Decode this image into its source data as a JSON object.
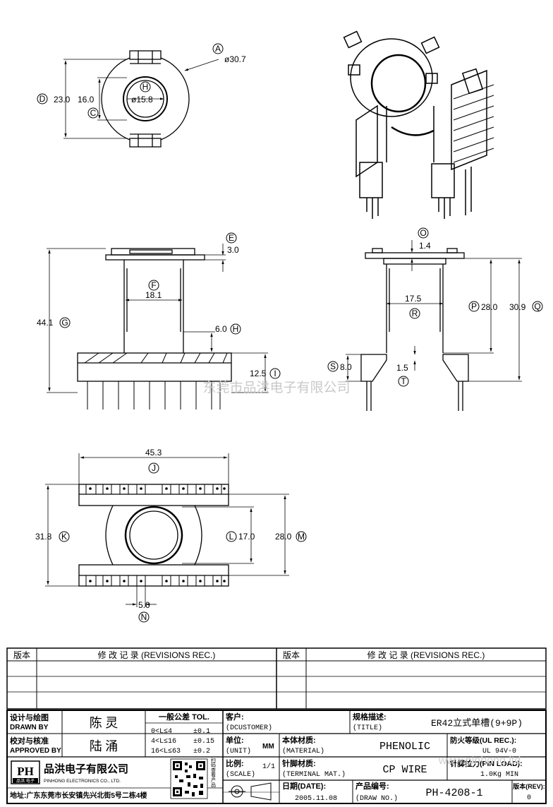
{
  "dimensions": {
    "A": {
      "marker": "A",
      "value": "ø30.7"
    },
    "D": {
      "marker": "D",
      "value": "23.0"
    },
    "C": {
      "marker": "C",
      "value": "16.0"
    },
    "H": {
      "marker": "H",
      "value": "ø15.8"
    },
    "E": {
      "marker": "E",
      "value": "3.0"
    },
    "F": {
      "marker": "F",
      "value": "18.1"
    },
    "G": {
      "marker": "G",
      "value": "44.1"
    },
    "H2": {
      "marker": "H",
      "value": "6.0"
    },
    "I": {
      "marker": "I",
      "value": "12.5"
    },
    "O": {
      "marker": "O",
      "value": "1.4"
    },
    "R": {
      "marker": "R",
      "value": "17.5"
    },
    "P": {
      "marker": "P",
      "value": "28.0"
    },
    "Q": {
      "marker": "Q",
      "value": "30.9"
    },
    "S": {
      "marker": "S",
      "value": "8.0"
    },
    "T": {
      "marker": "T",
      "value": "1.5"
    },
    "J": {
      "marker": "J",
      "value": "45.3"
    },
    "K": {
      "marker": "K",
      "value": "31.8"
    },
    "L": {
      "marker": "L",
      "value": "17.0"
    },
    "M": {
      "marker": "M",
      "value": "28.0"
    },
    "N": {
      "marker": "N",
      "value": "5.0"
    }
  },
  "watermark": "东莞市品洪电子有限公司",
  "watermark_url": "www.pinhong.ltd",
  "revisions": {
    "col_ver": "版本",
    "col_rec": "修 改 记 录 (REVISIONS REC.)"
  },
  "title_block": {
    "designed_label_cn": "设计与绘图",
    "designed_label_en": "DRAWN BY",
    "designed_value": "陈 灵",
    "approved_label_cn": "校对与核准",
    "approved_label_en": "APPROVED BY",
    "approved_value": "陆 涌",
    "tol_title": "一般公差 TOL.",
    "tol_rows": [
      {
        "range": "0<L≤4",
        "tol": "±0.1"
      },
      {
        "range": "4<L≤16",
        "tol": "±0.15"
      },
      {
        "range": "16<L≤63",
        "tol": "±0.2"
      }
    ],
    "customer_label": "客户:",
    "customer_en": "(DCUSTOMER)",
    "title_label": "规格描述:",
    "title_en": "(TITLE)",
    "title_value": "ER42立式单槽(9+9P)",
    "unit_label": "单位:",
    "unit_en": "(UNIT)",
    "unit_value": "MM",
    "material_label": "本体材质:",
    "material_en": "(MATERIAL)",
    "material_value": "PHENOLIC",
    "ul_label": "防火等级(UL REC.):",
    "ul_value": "UL 94V-0",
    "scale_label": "比例:",
    "scale_en": "(SCALE)",
    "scale_value": "1/1",
    "terminal_label": "针脚材质:",
    "terminal_en": "(TERMINAL MAT.)",
    "terminal_value": "CP WIRE",
    "pinload_label": "针脚拉力(PIN LOAD):",
    "pinload_value": "1.0Kg MIN",
    "date_label": "日期(DATE):",
    "date_value": "2005.11.08",
    "drawno_label": "产品编号:",
    "drawno_en": "(DRAW NO.)",
    "drawno_value": "PH-4208-1",
    "rev_label": "版本(REV):",
    "rev_value": "0",
    "company_logo": "PH",
    "company_logo_sub": "品洪 电子",
    "company_cn": "品洪电子有限公司",
    "company_en": "PINHONG ELECTRONICS CO., LTD.",
    "qr_caption": "扫码查看产品",
    "address": "地址:广东东莞市长安镇先兴北街5号二栋4楼"
  }
}
